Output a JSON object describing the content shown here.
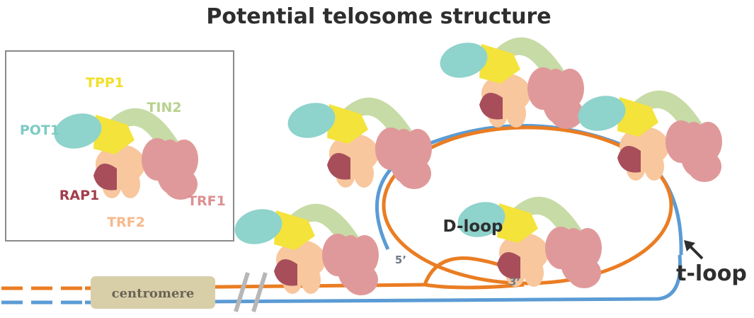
{
  "title": "Potential telosome structure",
  "legend": {
    "tpp1": "TPP1",
    "tin2": "TIN2",
    "pot1": "POT1",
    "rap1": "RAP1",
    "trf1": "TRF1",
    "trf2": "TRF2"
  },
  "labels": {
    "centromere": "centromere",
    "d_loop": "D-loop",
    "t_loop": "t-loop",
    "five_prime": "5’",
    "three_prime": "3’"
  },
  "colors": {
    "pot1": "#8ed3cc",
    "tpp1": "#f4e33a",
    "tin2": "#c7dba6",
    "trf1": "#e0999a",
    "trf2": "#f8c79e",
    "rap1": "#a84e5b",
    "orange_strand": "#ea7d23",
    "blue_strand": "#5b9bd5",
    "centromere": "#d8cfa9"
  }
}
